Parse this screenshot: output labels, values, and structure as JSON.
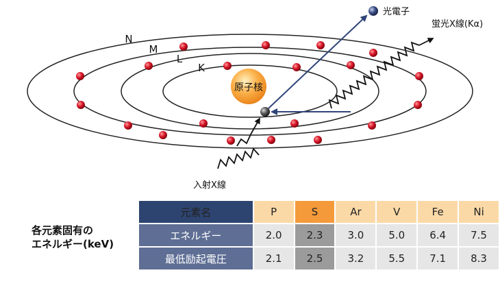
{
  "diagram": {
    "shell_labels": [
      "N",
      "M",
      "L",
      "K"
    ],
    "nucleus_label": "原子核",
    "photoelectron_label": "光電子",
    "fluorescent_label": "蛍光X線(Kα)",
    "incident_label": "入射X線"
  },
  "table": {
    "caption_line1": "各元素固有の",
    "caption_line2": "エネルギー(keV)",
    "header_label": "元素名",
    "elements": [
      "P",
      "S",
      "Ar",
      "V",
      "Fe",
      "Ni"
    ],
    "highlight_index": 1,
    "rows": [
      {
        "label": "エネルギー",
        "values": [
          "2.0",
          "2.3",
          "3.0",
          "5.0",
          "6.4",
          "7.5"
        ]
      },
      {
        "label": "最低励起電圧",
        "values": [
          "2.1",
          "2.5",
          "3.2",
          "5.5",
          "7.1",
          "8.3"
        ]
      }
    ],
    "colors": {
      "header_dark": "#2e4470",
      "row_label": "#5e6e94",
      "element_cell": "#fbd9a7",
      "element_highlight": "#f59a3a",
      "value_cell": "#e6e6e6",
      "value_highlight": "#9b9b9b"
    }
  }
}
